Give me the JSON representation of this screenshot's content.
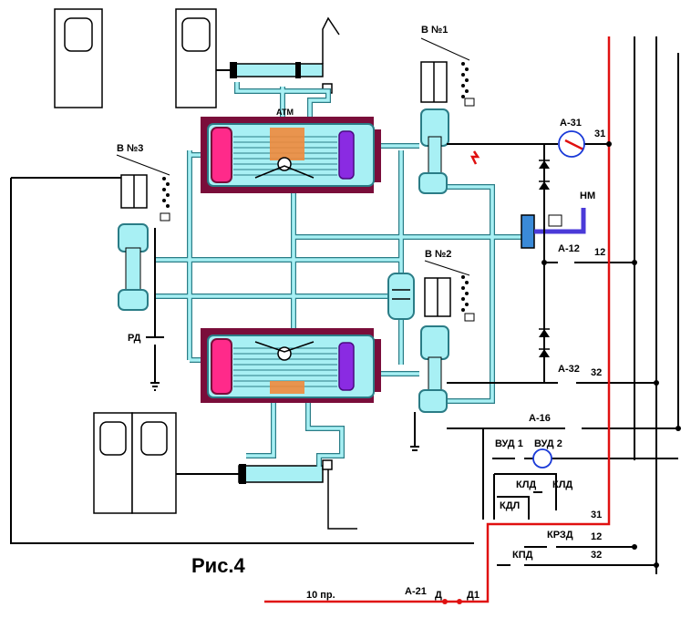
{
  "figure": {
    "caption": "Рис.4"
  },
  "valves": {
    "v1": "В №1",
    "v2": "В №2",
    "v3": "В №3"
  },
  "labels": {
    "atm": "АТМ",
    "nm": "НМ",
    "rd": "РД",
    "a31": "А-31",
    "a12": "А-12",
    "a32": "А-32",
    "a16": "А-16",
    "a21": "А-21",
    "vud1": "ВУД 1",
    "vud2": "ВУД 2",
    "kld1": "КЛД",
    "kld2": "КЛД",
    "kdl": "КДЛ",
    "krzd": "КРЗД",
    "kpd": "КПД",
    "d": "Д",
    "d1": "Д1",
    "feed": "10 пр."
  },
  "wires": {
    "w31a": "31",
    "w12a": "12",
    "w32a": "32",
    "w31b": "31",
    "w12b": "12",
    "w32b": "32"
  },
  "colors": {
    "pipe_outer": "#2a7c86",
    "pipe_inner": "#a8f0f4",
    "cylinder_body": "#7a0d3a",
    "piston_left": "#ff2a8a",
    "piston_right": "#8a2be2",
    "seal": "#f08a3c",
    "power_line": "#e01010",
    "relay": "#1a3ad8"
  }
}
